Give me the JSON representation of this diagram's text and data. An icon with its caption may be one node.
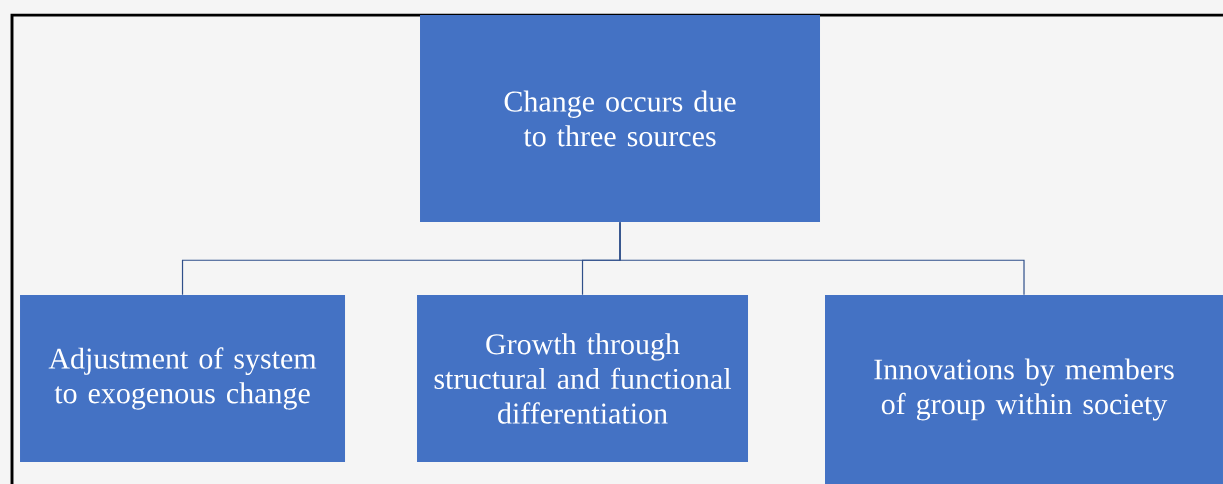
{
  "diagram": {
    "nodes": [
      {
        "text": [
          "Change occurs due to three sources"
        ]
      },
      {
        "text": [
          "Adjustment of system to exogenous change"
        ]
      },
      {
        "text": [
          "Growth through structural and functional differentiation"
        ]
      },
      {
        "text": [
          "Innovations by members of group within society"
        ]
      }
    ],
    "edges": [
      {
        "from": 0,
        "to": 1,
        "arrow": "none"
      },
      {
        "from": 0,
        "to": 2,
        "arrow": "none"
      },
      {
        "from": 0,
        "to": 3,
        "arrow": "none"
      }
    ]
  }
}
